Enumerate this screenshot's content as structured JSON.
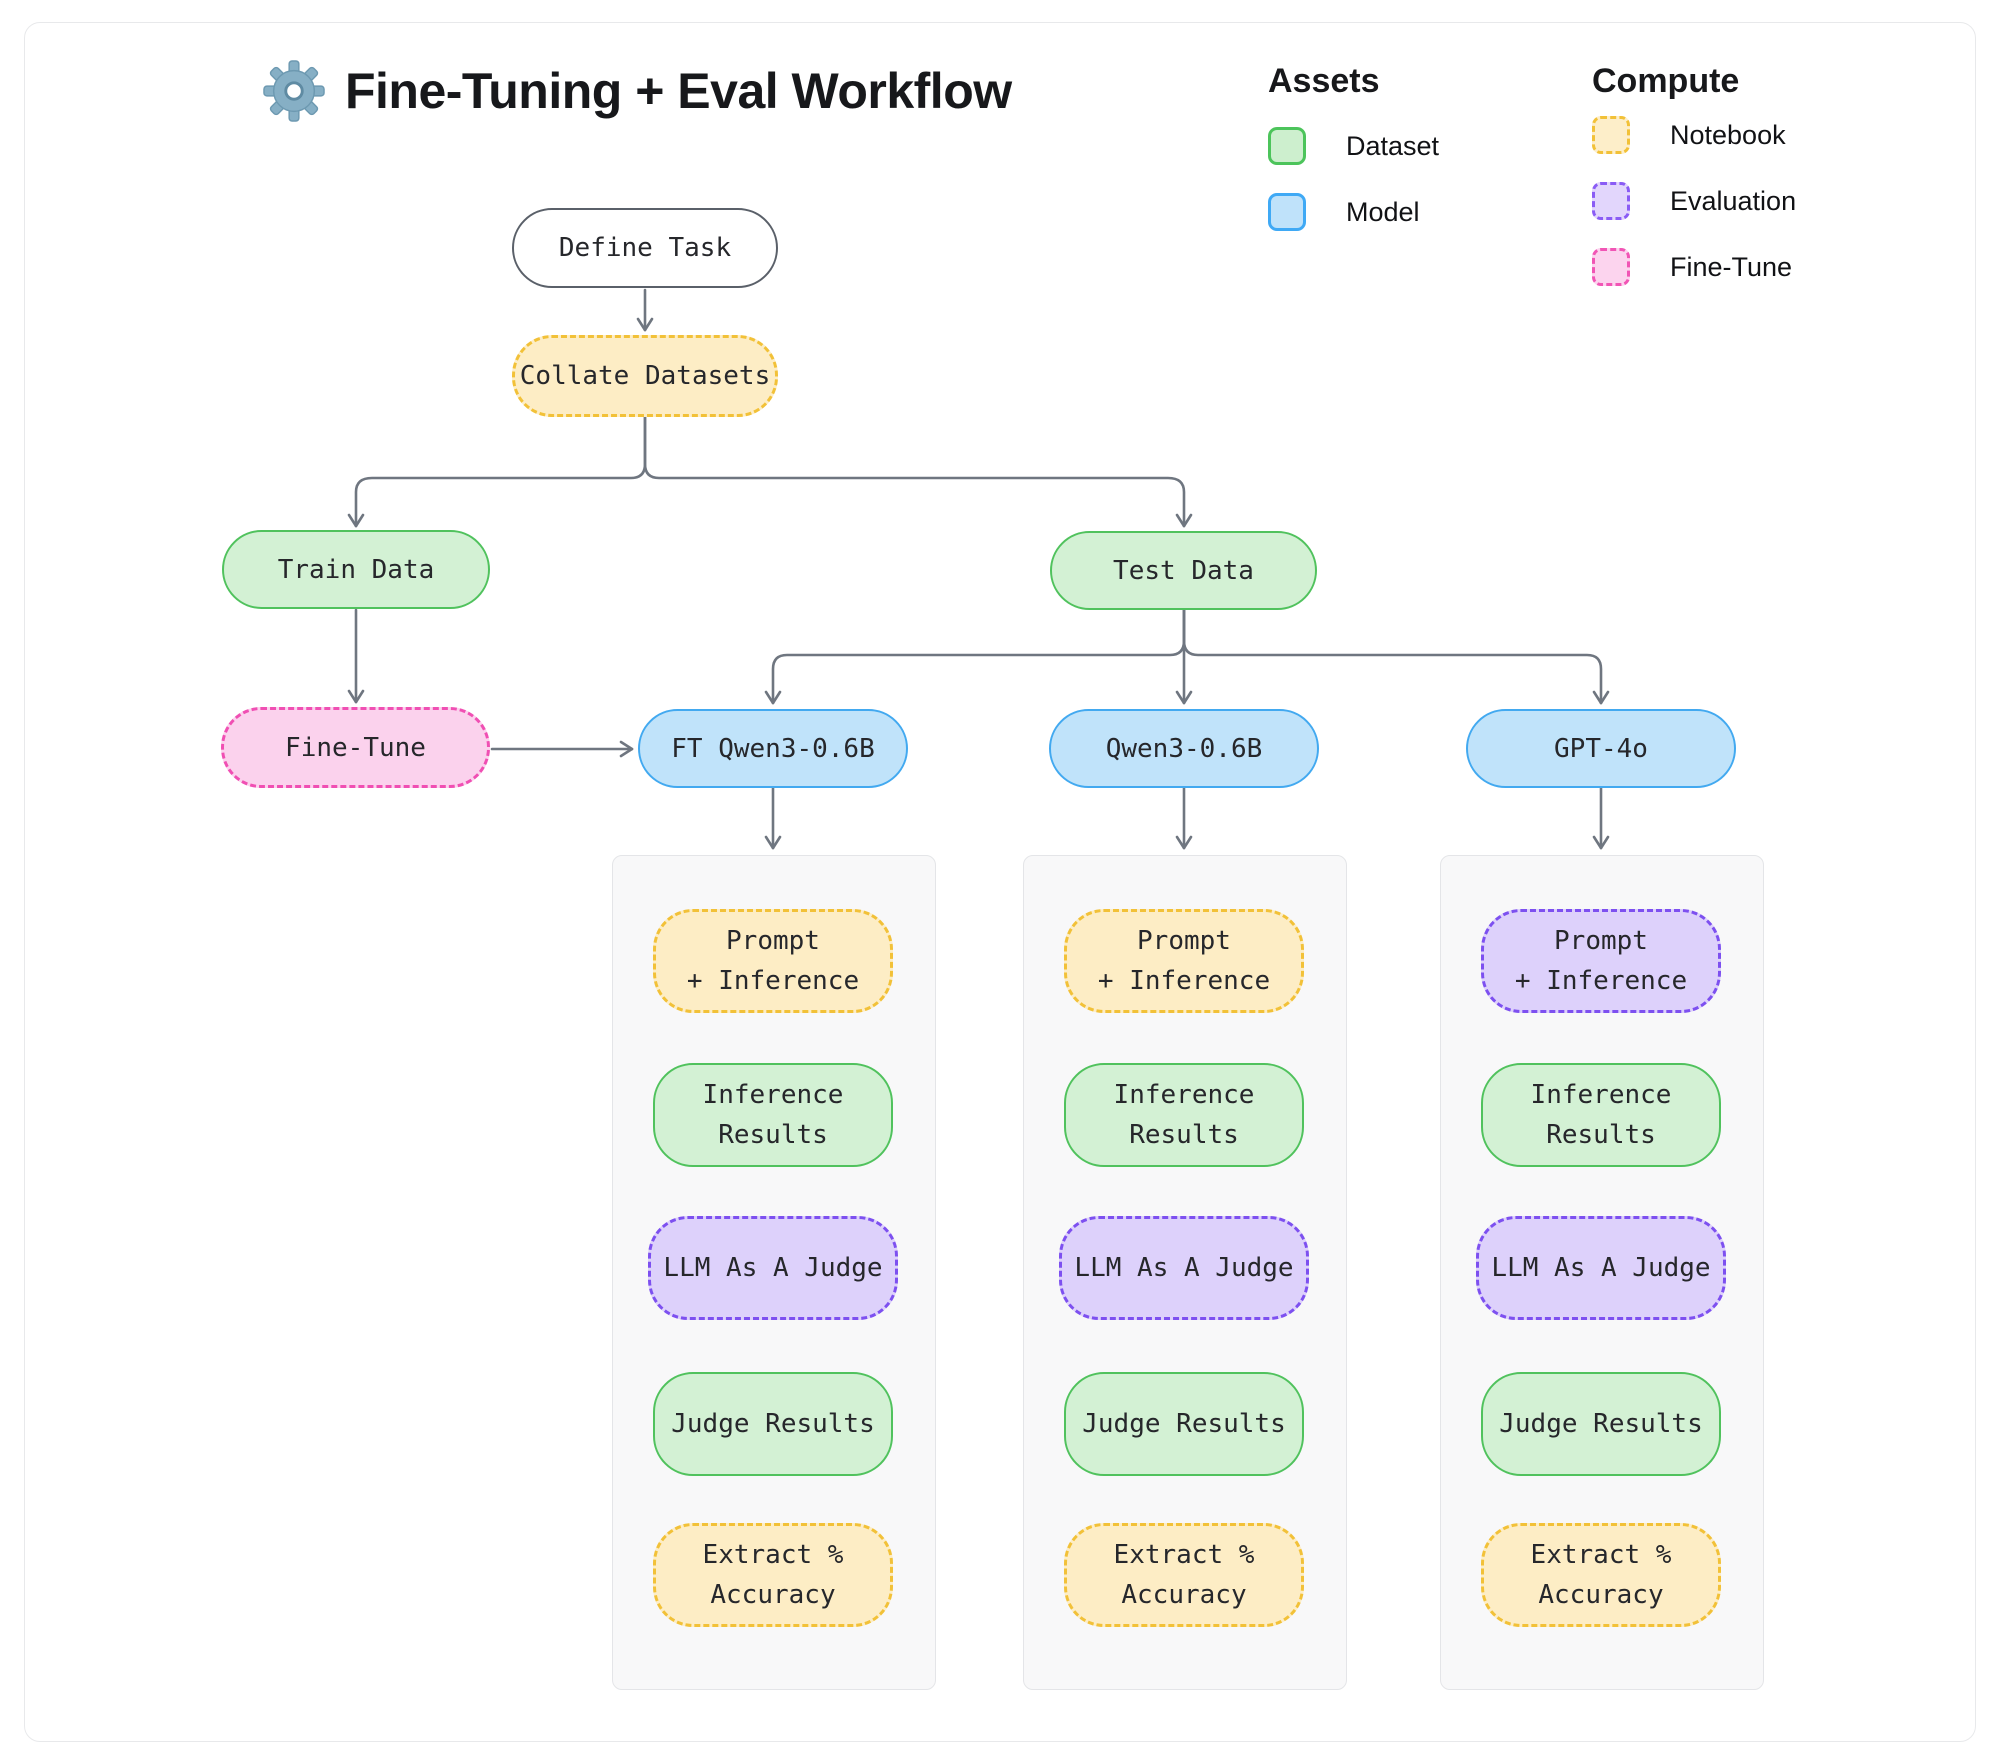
{
  "title": {
    "text": "Fine-Tuning + Eval Workflow",
    "icon": "gear-icon"
  },
  "legend": {
    "assets": {
      "heading": "Assets",
      "items": [
        {
          "label": "Dataset",
          "type": "dataset"
        },
        {
          "label": "Model",
          "type": "model"
        }
      ]
    },
    "compute": {
      "heading": "Compute",
      "items": [
        {
          "label": "Notebook",
          "type": "notebook"
        },
        {
          "label": "Evaluation",
          "type": "evaluation"
        },
        {
          "label": "Fine-Tune",
          "type": "finetune"
        }
      ]
    }
  },
  "flow": {
    "define_task": "Define Task",
    "collate_datasets": "Collate Datasets",
    "train_data": "Train Data",
    "test_data": "Test Data",
    "fine_tune": "Fine-Tune"
  },
  "models": [
    {
      "label": "FT Qwen3-0.6B",
      "type": "model"
    },
    {
      "label": "Qwen3-0.6B",
      "type": "model"
    },
    {
      "label": "GPT-4o",
      "type": "model"
    }
  ],
  "pipelines": [
    {
      "model": "FT Qwen3-0.6B",
      "steps": [
        {
          "line1": "Prompt",
          "line2": "+ Inference",
          "type": "notebook"
        },
        {
          "line1": "Inference",
          "line2": "Results",
          "type": "dataset"
        },
        {
          "line1": "LLM As A Judge",
          "line2": "",
          "type": "evaluation"
        },
        {
          "line1": "Judge Results",
          "line2": "",
          "type": "dataset"
        },
        {
          "line1": "Extract %",
          "line2": "Accuracy",
          "type": "notebook"
        }
      ]
    },
    {
      "model": "Qwen3-0.6B",
      "steps": [
        {
          "line1": "Prompt",
          "line2": "+ Inference",
          "type": "notebook"
        },
        {
          "line1": "Inference",
          "line2": "Results",
          "type": "dataset"
        },
        {
          "line1": "LLM As A Judge",
          "line2": "",
          "type": "evaluation"
        },
        {
          "line1": "Judge Results",
          "line2": "",
          "type": "dataset"
        },
        {
          "line1": "Extract %",
          "line2": "Accuracy",
          "type": "notebook"
        }
      ]
    },
    {
      "model": "GPT-4o",
      "steps": [
        {
          "line1": "Prompt",
          "line2": "+ Inference",
          "type": "evaluation"
        },
        {
          "line1": "Inference",
          "line2": "Results",
          "type": "dataset"
        },
        {
          "line1": "LLM As A Judge",
          "line2": "",
          "type": "evaluation"
        },
        {
          "line1": "Judge Results",
          "line2": "",
          "type": "dataset"
        },
        {
          "line1": "Extract %",
          "line2": "Accuracy",
          "type": "notebook"
        }
      ]
    }
  ],
  "colors": {
    "dataset_fill": "#d3f1d4",
    "dataset_border": "#50c25d",
    "model_fill": "#c0e3fa",
    "model_border": "#42a9f0",
    "notebook_fill": "#fdedc5",
    "notebook_border": "#f2c138",
    "evaluation_fill": "#ddd1fb",
    "evaluation_border": "#7d50f0",
    "finetune_fill": "#fbd2ed",
    "finetune_border": "#f04fb3",
    "edge": "#6f7680",
    "panel_bg": "#f8f8f9"
  }
}
